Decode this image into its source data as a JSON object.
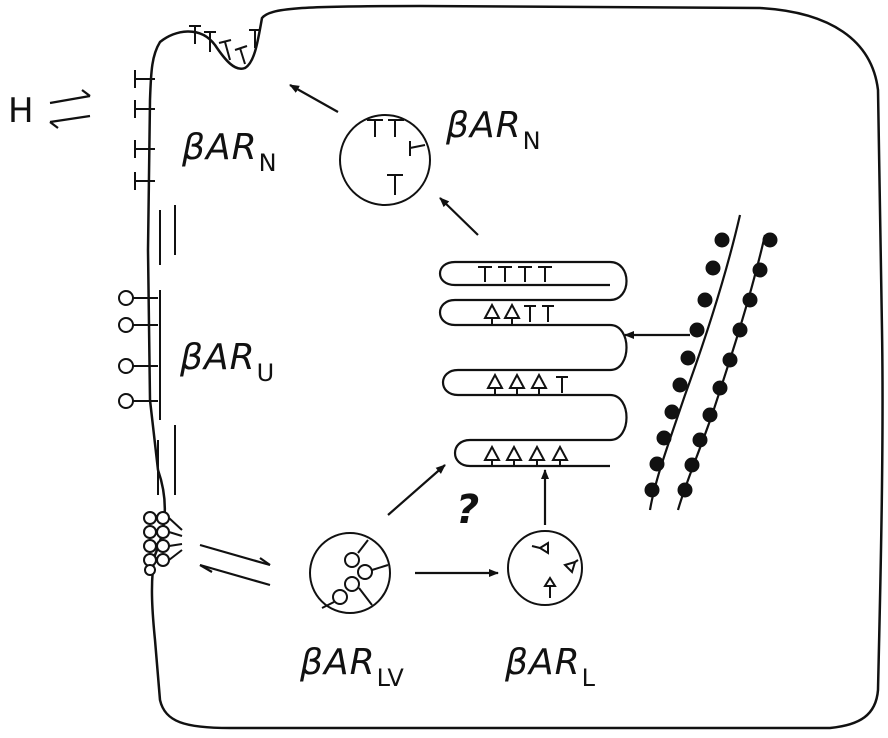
{
  "labels": {
    "hormone": "H",
    "bar_n_membrane": {
      "base": "βAR",
      "sub": "N"
    },
    "bar_n_vesicle": {
      "base": "βAR",
      "sub": "N"
    },
    "bar_u": {
      "base": "βAR",
      "sub": "U"
    },
    "bar_lv": {
      "base": "βAR",
      "sub": "LV"
    },
    "bar_l": {
      "base": "βAR",
      "sub": "L"
    },
    "unknown_path": "?"
  },
  "colors": {
    "ink": "#111111",
    "background": "#ffffff"
  }
}
